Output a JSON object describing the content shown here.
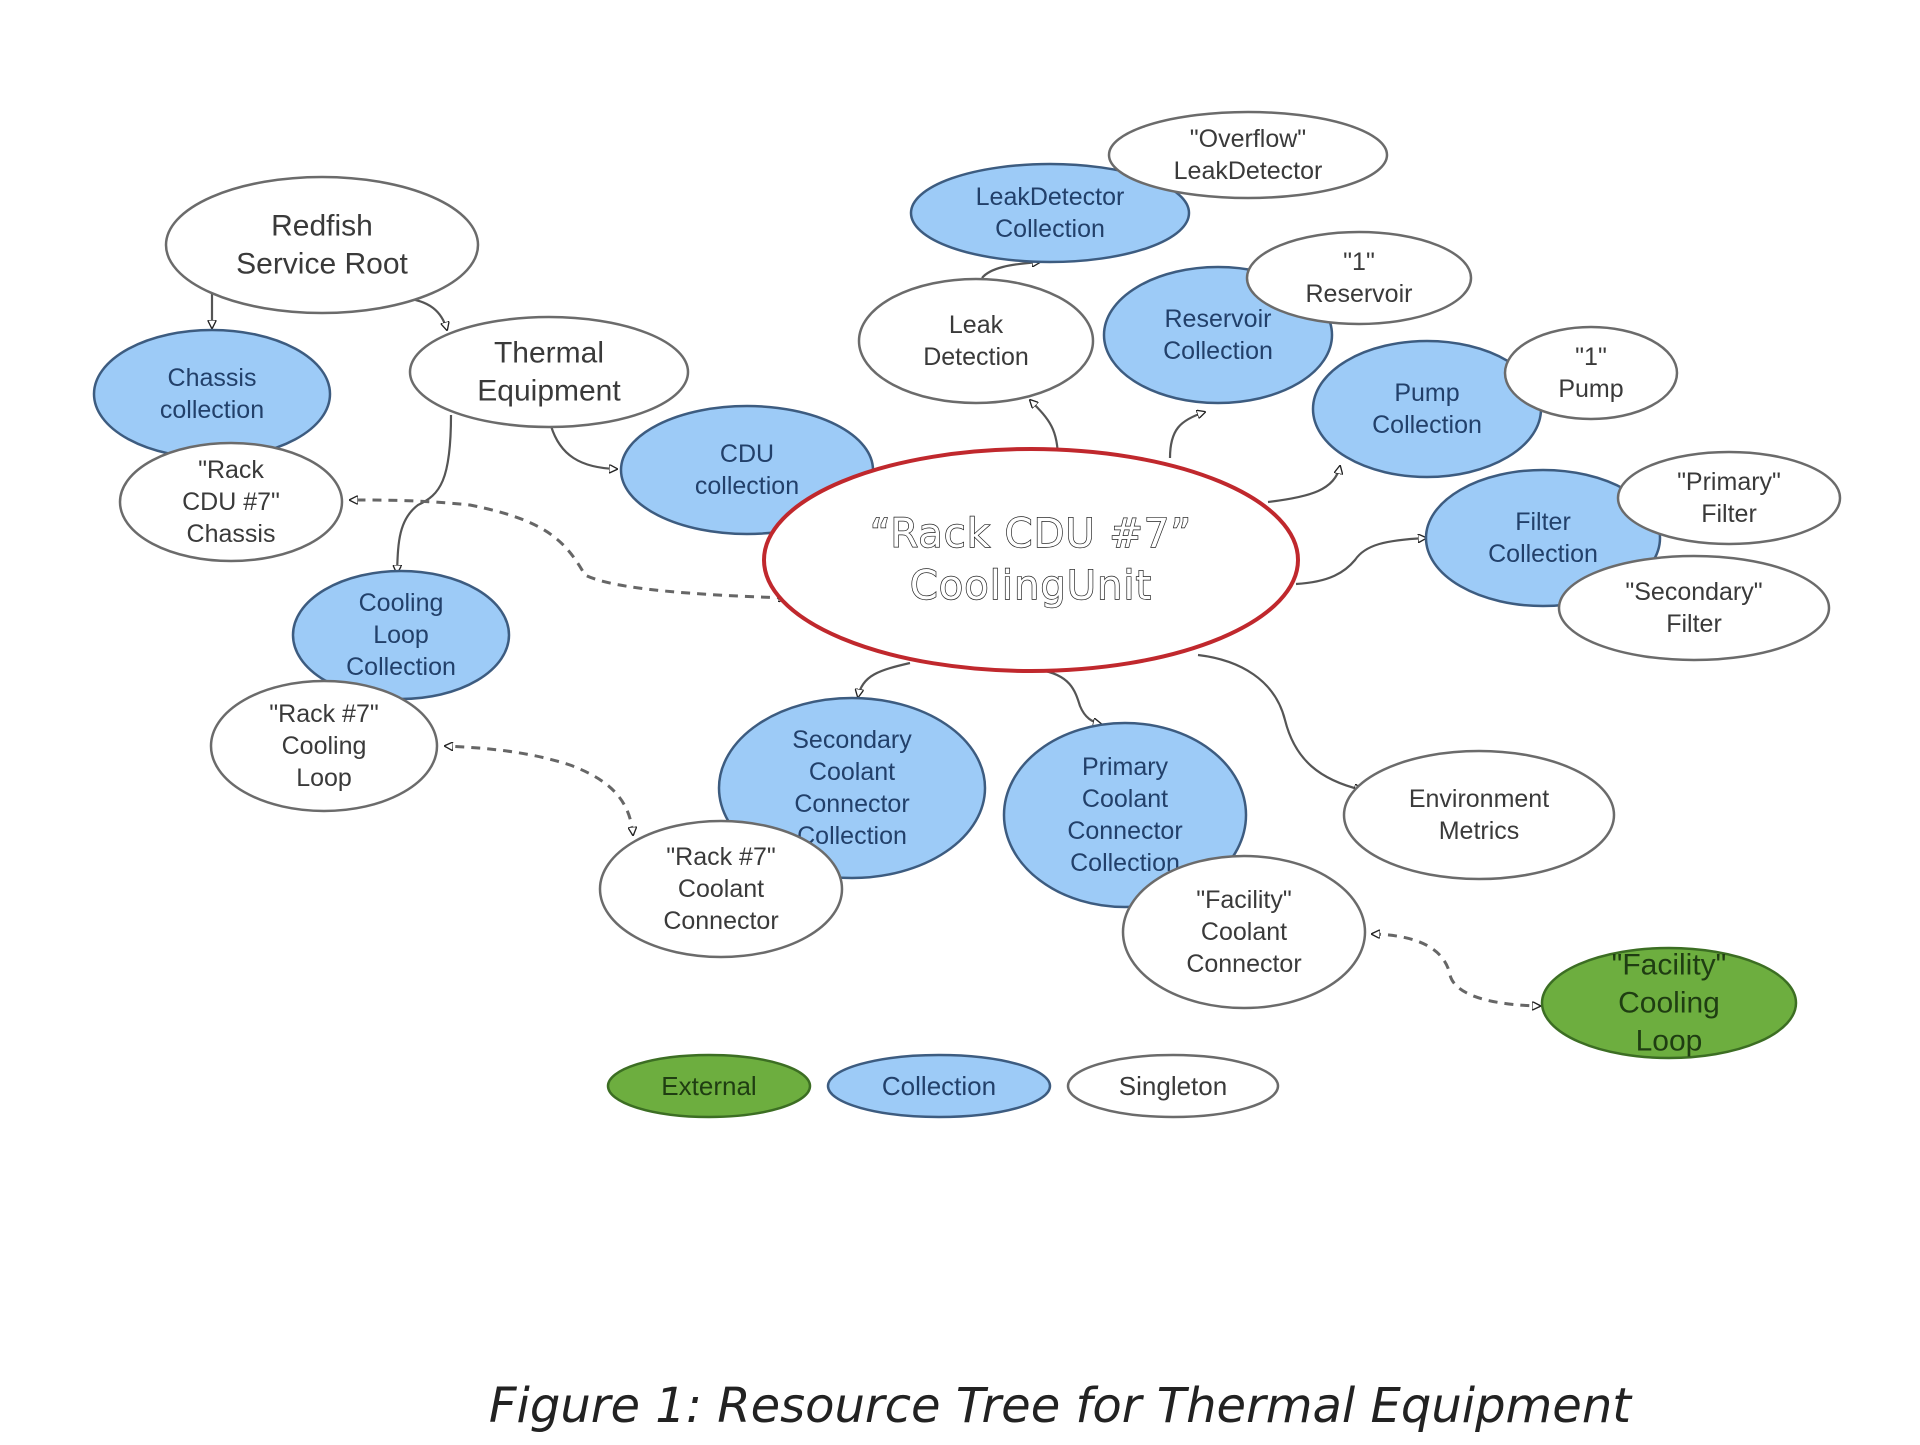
{
  "figure": {
    "caption": "Figure 1: Resource Tree for Thermal Equipment"
  },
  "colors": {
    "collection_fill": "#9dcbf7",
    "external_fill": "#6dae3f",
    "singleton_fill": "#ffffff",
    "root_outline": "#c0282d"
  },
  "nodes": {
    "service_root": {
      "type": "singleton",
      "lines": [
        "Redfish",
        "Service Root"
      ]
    },
    "chassis_collection": {
      "type": "collection",
      "lines": [
        "Chassis",
        "collection"
      ]
    },
    "rack_cdu_chassis": {
      "type": "singleton",
      "lines": [
        "\"Rack",
        "CDU #7\"",
        "Chassis"
      ]
    },
    "thermal_equipment": {
      "type": "singleton",
      "lines": [
        "Thermal",
        "Equipment"
      ]
    },
    "cdu_collection": {
      "type": "collection",
      "lines": [
        "CDU",
        "collection"
      ]
    },
    "cooling_unit": {
      "type": "root",
      "lines": [
        "“Rack CDU #7”",
        "CoolingUnit"
      ]
    },
    "leakdetector_collection": {
      "type": "collection",
      "lines": [
        "LeakDetector",
        "Collection"
      ]
    },
    "overflow_leakdetector": {
      "type": "singleton",
      "lines": [
        "\"Overflow\"",
        "LeakDetector"
      ]
    },
    "leak_detection": {
      "type": "singleton",
      "lines": [
        "Leak",
        "Detection"
      ]
    },
    "reservoir_collection": {
      "type": "collection",
      "lines": [
        "Reservoir",
        "Collection"
      ]
    },
    "reservoir_1": {
      "type": "singleton",
      "lines": [
        "\"1\"",
        "Reservoir"
      ]
    },
    "pump_collection": {
      "type": "collection",
      "lines": [
        "Pump",
        "Collection"
      ]
    },
    "pump_1": {
      "type": "singleton",
      "lines": [
        "\"1\"",
        "Pump"
      ]
    },
    "filter_collection": {
      "type": "collection",
      "lines": [
        "Filter",
        "Collection"
      ]
    },
    "primary_filter": {
      "type": "singleton",
      "lines": [
        "\"Primary\"",
        "Filter"
      ]
    },
    "secondary_filter": {
      "type": "singleton",
      "lines": [
        "\"Secondary\"",
        "Filter"
      ]
    },
    "cooling_loop_collection": {
      "type": "collection",
      "lines": [
        "Cooling",
        "Loop",
        "Collection"
      ]
    },
    "rack7_cooling_loop": {
      "type": "singleton",
      "lines": [
        "\"Rack #7\"",
        "Cooling",
        "Loop"
      ]
    },
    "secondary_coolant_connector_collection": {
      "type": "collection",
      "lines": [
        "Secondary",
        "Coolant",
        "Connector",
        "Collection"
      ]
    },
    "rack7_coolant_connector": {
      "type": "singleton",
      "lines": [
        "\"Rack #7\"",
        "Coolant",
        "Connector"
      ]
    },
    "primary_coolant_connector_collection": {
      "type": "collection",
      "lines": [
        "Primary",
        "Coolant",
        "Connector",
        "Collection"
      ]
    },
    "facility_coolant_connector": {
      "type": "singleton",
      "lines": [
        "\"Facility\"",
        "Coolant",
        "Connector"
      ]
    },
    "environment_metrics": {
      "type": "singleton",
      "lines": [
        "Environment",
        "Metrics"
      ]
    },
    "facility_cooling_loop": {
      "type": "external",
      "lines": [
        "\"Facility\"",
        "Cooling",
        "Loop"
      ]
    }
  },
  "edges": [
    {
      "from": "service_root",
      "to": "chassis_collection",
      "style": "solid"
    },
    {
      "from": "service_root",
      "to": "thermal_equipment",
      "style": "solid"
    },
    {
      "from": "thermal_equipment",
      "to": "cdu_collection",
      "style": "solid"
    },
    {
      "from": "thermal_equipment",
      "to": "cooling_loop_collection",
      "style": "solid"
    },
    {
      "from": "cooling_unit",
      "to": "rack_cdu_chassis",
      "style": "dashed"
    },
    {
      "from": "cooling_unit",
      "to": "leak_detection",
      "style": "solid"
    },
    {
      "from": "leak_detection",
      "to": "leakdetector_collection",
      "style": "solid"
    },
    {
      "from": "cooling_unit",
      "to": "reservoir_collection",
      "style": "solid"
    },
    {
      "from": "cooling_unit",
      "to": "pump_collection",
      "style": "solid"
    },
    {
      "from": "cooling_unit",
      "to": "filter_collection",
      "style": "solid"
    },
    {
      "from": "cooling_unit",
      "to": "secondary_coolant_connector_collection",
      "style": "solid"
    },
    {
      "from": "cooling_unit",
      "to": "primary_coolant_connector_collection",
      "style": "solid"
    },
    {
      "from": "cooling_unit",
      "to": "environment_metrics",
      "style": "solid"
    },
    {
      "from": "rack7_coolant_connector",
      "to": "rack7_cooling_loop",
      "style": "dashed"
    },
    {
      "from": "facility_coolant_connector",
      "to": "facility_cooling_loop",
      "style": "dashed"
    }
  ],
  "legend": [
    {
      "type": "external",
      "label": "External"
    },
    {
      "type": "collection",
      "label": "Collection"
    },
    {
      "type": "singleton",
      "label": "Singleton"
    }
  ]
}
